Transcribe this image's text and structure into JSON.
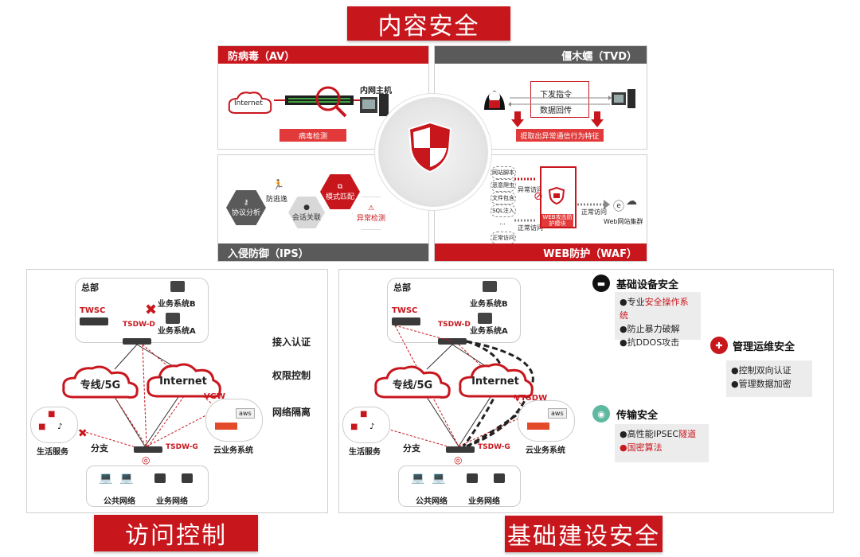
{
  "titles": {
    "content_security": "内容安全",
    "access_control": "访问控制",
    "infra_security": "基础建设安全"
  },
  "av": {
    "header": "防病毒（AV）",
    "internet": "Internet",
    "host": "内网主机",
    "detect": "病毒检测"
  },
  "tvd": {
    "header": "僵木蠕（TVD）",
    "send_cmd": "下发指令",
    "data_back": "数据回传",
    "extract": "提取出异常通信行为特征"
  },
  "ips": {
    "header": "入侵防御（IPS）",
    "protocol": "协议分析",
    "evasion": "防逃逸",
    "session": "会话关联",
    "pattern": "模式匹配",
    "anomaly": "异常检测"
  },
  "waf": {
    "header": "WEB防护（WAF）",
    "items": [
      "网站脚本",
      "恶意爬虫",
      "文件包含",
      "SQL注入",
      "...",
      "正常访问"
    ],
    "abnormal": "异常访问",
    "normal_left": "正常访问",
    "module": "WEB攻击防护模块",
    "normal_right": "正常访问",
    "cluster": "Web网站集群"
  },
  "left_diagram": {
    "hq": "总部",
    "twsc": "TWSC",
    "sys_b": "业务系统B",
    "sys_a": "业务系统A",
    "tsdw_d": "TSDW-D",
    "cloud1": "专线/5G",
    "cloud2": "Internet",
    "vgw": "VGW",
    "cloud_sys": "云业务系统",
    "life": "生活服务",
    "branch": "分支",
    "tsdw_g": "TSDW-G",
    "public_net": "公共网络",
    "biz_net": "业务网络",
    "aws": "aws",
    "features": [
      "接入认证",
      "权限控制",
      "网络隔离"
    ]
  },
  "right_diagram": {
    "hq": "总部",
    "twsc": "TWSC",
    "sys_b": "业务系统B",
    "sys_a": "业务系统A",
    "tsdw_d": "TSDW-D",
    "cloud1": "专线/5G",
    "cloud2": "Internet",
    "vtsdw": "VTSDW",
    "cloud_sys": "云业务系统",
    "life": "生活服务",
    "branch": "分支",
    "tsdw_g": "TSDW-G",
    "public_net": "公共网络",
    "biz_net": "业务网络",
    "aws": "aws"
  },
  "security": {
    "device": {
      "title": "基础设备安全",
      "l1a": "●专业",
      "l1b": "安全操作系统",
      "l2": "●防止暴力破解",
      "l3": "●抗DDOS攻击"
    },
    "ops": {
      "title": "管理运维安全",
      "l1": "●控制双向认证",
      "l2": "●管理数据加密"
    },
    "transport": {
      "title": "传输安全",
      "l1a": "●高性能IPSEC",
      "l1b": "隧道",
      "l2": "●国密算法"
    }
  },
  "colors": {
    "brand_red": "#c8161d",
    "gray_header": "#5a5a5a"
  }
}
